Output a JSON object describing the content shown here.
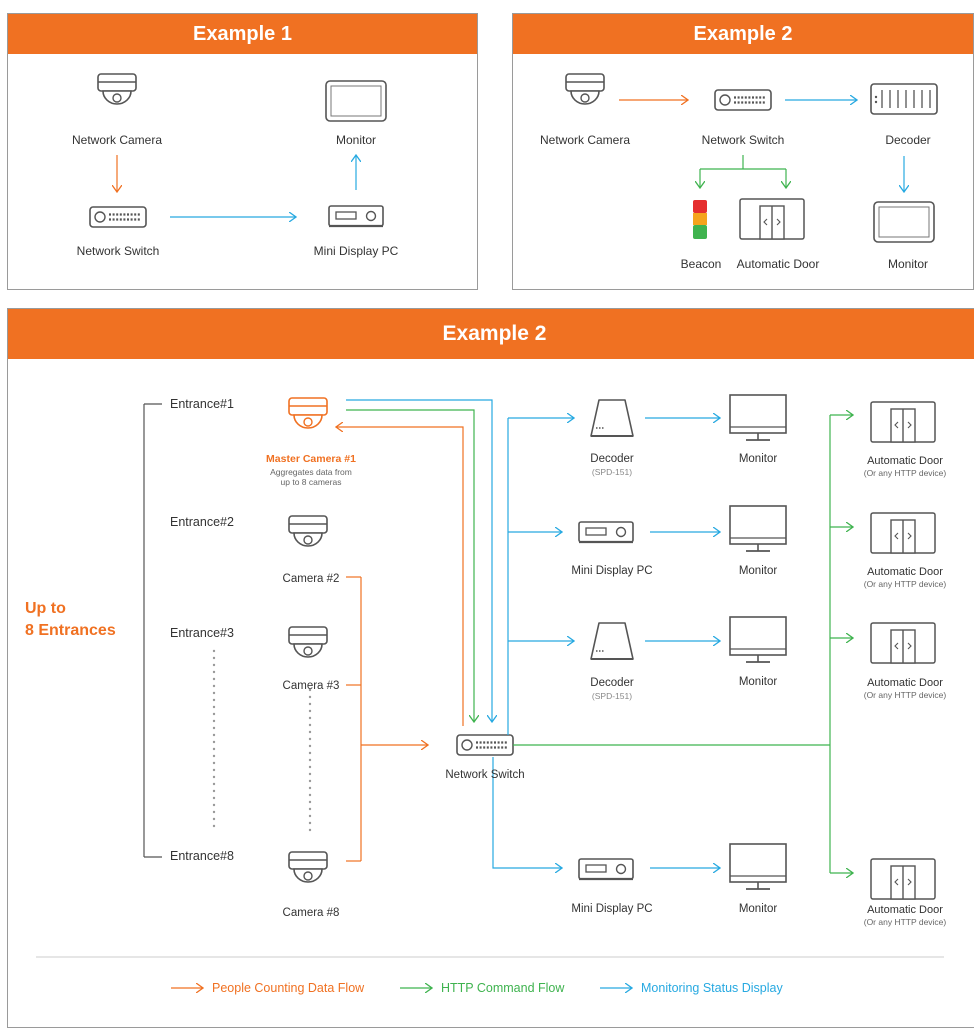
{
  "colors": {
    "orange": "#f07122",
    "green": "#3fb34f",
    "blue": "#27a9e1",
    "device": "#555555"
  },
  "example1": {
    "title": "Example 1",
    "camera": "Network Camera",
    "switch": "Network Switch",
    "monitor": "Monitor",
    "pc": "Mini Display PC"
  },
  "example2_top": {
    "title": "Example 2",
    "camera": "Network Camera",
    "switch": "Network Switch",
    "decoder": "Decoder",
    "beacon": "Beacon",
    "door": "Automatic Door",
    "monitor": "Monitor"
  },
  "example2_main": {
    "title": "Example 2",
    "side_label_line1": "Up to",
    "side_label_line2": "8 Entrances",
    "entrances": [
      "Entrance#1",
      "Entrance#2",
      "Entrance#3",
      "Entrance#8"
    ],
    "master_camera": "Master Camera #1",
    "master_note_line1": "Aggregates data from",
    "master_note_line2": "up to 8 cameras",
    "cameras": [
      "Camera #2",
      "Camera #3",
      "Camera #8"
    ],
    "switch": "Network Switch",
    "decoder": "Decoder",
    "decoder_model": "(SPD-151)",
    "pc": "Mini Display PC",
    "monitor": "Monitor",
    "door": "Automatic Door",
    "door_note": "(Or any HTTP device)"
  },
  "legend": {
    "people": "People Counting Data Flow",
    "http": "HTTP Command Flow",
    "monitoring": "Monitoring Status Display"
  }
}
